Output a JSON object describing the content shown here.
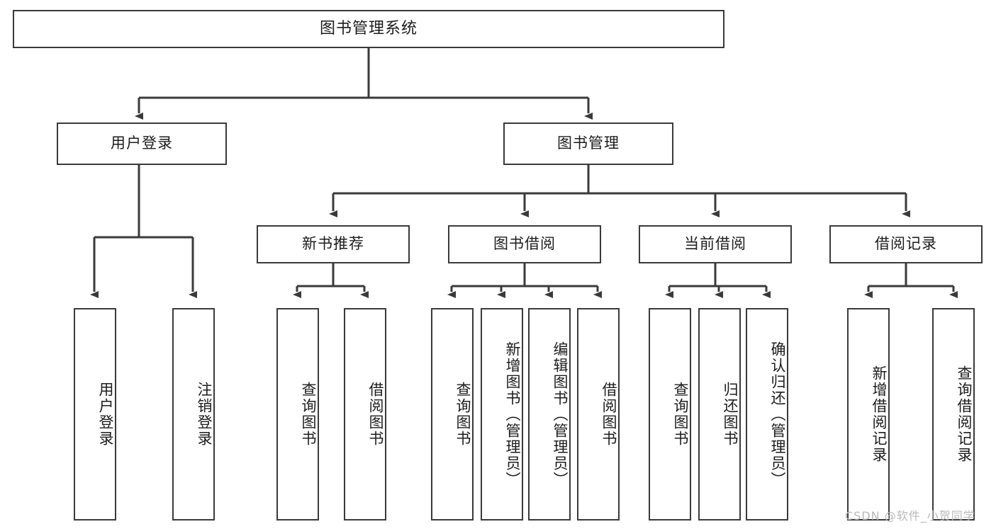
{
  "diagram": {
    "title": "图书管理系统",
    "type": "tree-hierarchy-diagram",
    "root": {
      "id": "root",
      "label": "图书管理系统"
    },
    "level2": [
      {
        "id": "user-login",
        "label": "用户登录"
      },
      {
        "id": "book-management",
        "label": "图书管理"
      }
    ],
    "level3": [
      {
        "id": "new-book-recommend",
        "label": "新书推荐"
      },
      {
        "id": "book-borrow",
        "label": "图书借阅"
      },
      {
        "id": "current-borrow",
        "label": "当前借阅"
      },
      {
        "id": "borrow-record",
        "label": "借阅记录"
      }
    ],
    "leaves": {
      "user_login": [
        {
          "id": "leaf-user-login",
          "label": "用户登录"
        },
        {
          "id": "leaf-logout-login",
          "label": "注销登录"
        }
      ],
      "new_book_recommend": [
        {
          "id": "leaf-query-book-1",
          "label": "查询图书"
        },
        {
          "id": "leaf-borrow-book-1",
          "label": "借阅图书"
        }
      ],
      "book_borrow": [
        {
          "id": "leaf-query-book-2",
          "label": "查询图书"
        },
        {
          "id": "leaf-add-book",
          "label": "新增图书（管理员）"
        },
        {
          "id": "leaf-edit-book",
          "label": "编辑图书（管理员）"
        },
        {
          "id": "leaf-borrow-book-2",
          "label": "借阅图书"
        }
      ],
      "current_borrow": [
        {
          "id": "leaf-query-book-3",
          "label": "查询图书"
        },
        {
          "id": "leaf-return-book",
          "label": "归还图书"
        },
        {
          "id": "leaf-confirm-return",
          "label": "确认归还（管理员）"
        }
      ],
      "borrow_record": [
        {
          "id": "leaf-add-record",
          "label": "新增借阅记录"
        },
        {
          "id": "leaf-query-record",
          "label": "查询借阅记录"
        }
      ]
    }
  },
  "watermark": {
    "text": "CSDN @软件_小贺同学"
  },
  "colors": {
    "border": "#3a3a3a",
    "edge": "#3a3a3a",
    "background": "#ffffff",
    "text": "#1c1c1c",
    "watermark": "#b9b9b9"
  }
}
